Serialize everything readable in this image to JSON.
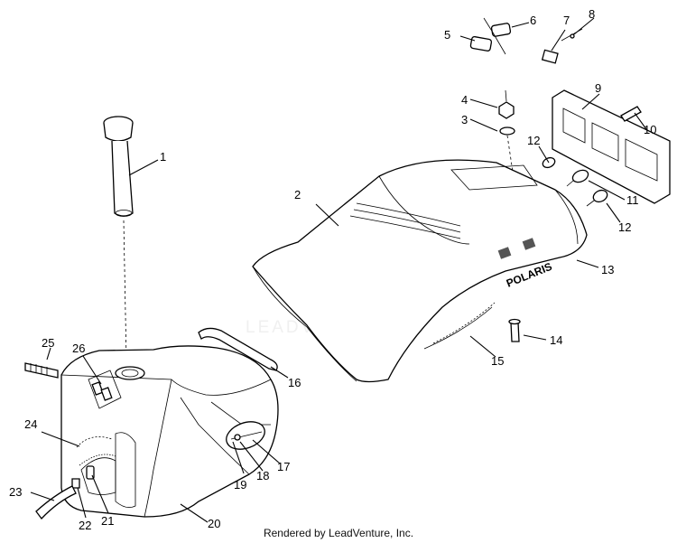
{
  "diagram": {
    "callouts": [
      "1",
      "2",
      "3",
      "4",
      "5",
      "6",
      "7",
      "8",
      "9",
      "10",
      "11",
      "12",
      "12",
      "13",
      "14",
      "15",
      "16",
      "17",
      "18",
      "19",
      "20",
      "21",
      "22",
      "23",
      "24",
      "25",
      "26"
    ],
    "decal_text": "POLARIS",
    "watermark": "LEADVENTURE"
  },
  "footer": {
    "text": "Rendered by LeadVenture, Inc."
  }
}
